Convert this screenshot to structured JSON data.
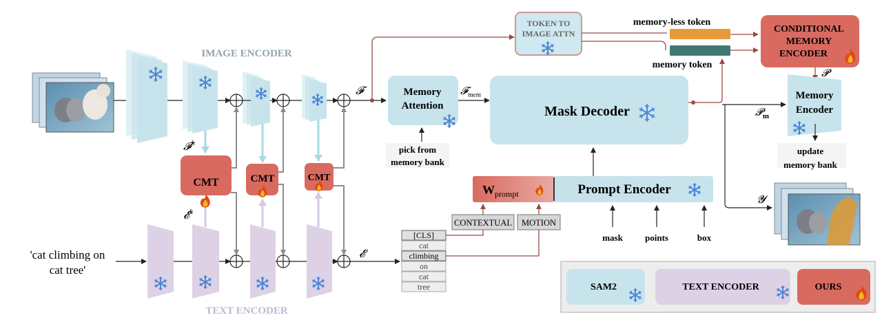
{
  "colors": {
    "frozen_blue": "#c7e4ec",
    "frozen_blue_light": "#d8edf2",
    "text_purple": "#ddd2e5",
    "ours_red": "#d96a5f",
    "teal_arrow": "#a8d8e4",
    "purple_arrow": "#d8c8e2",
    "gray_line": "#8c8c8c",
    "red_line": "#9b4a44",
    "memory_less_token": "#e69a3a",
    "memory_token": "#3e7a73",
    "snowflake": "#4f86d6",
    "flame_outer": "#e04a12",
    "flame_inner": "#f7b52a"
  },
  "labels": {
    "image_encoder": "IMAGE ENCODER",
    "text_encoder": "TEXT ENCODER",
    "input_text": [
      "'cat climbing on",
      "cat tree'"
    ],
    "feat_fk": "𝓕",
    "feat_fk_sup": "k",
    "feat_ek": "𝓔",
    "feat_ek_sup": "k",
    "feat_f": "𝓕",
    "feat_e": "𝓔",
    "feat_fmem": "𝓕",
    "feat_fmem_sub": "mem",
    "cmt": "CMT",
    "memory_attention": [
      "Memory",
      "Attention"
    ],
    "pick_from_memory_bank": [
      "pick from",
      "memory bank"
    ],
    "token_to_image_attn": [
      "TOKEN TO",
      "IMAGE ATTN"
    ],
    "memory_less_token": "memory-less token",
    "memory_token": "memory token",
    "conditional_memory_encoder": [
      "CONDITIONAL",
      "MEMORY",
      "ENCODER"
    ],
    "mask_decoder": "Mask Decoder",
    "memory_encoder": [
      "Memory",
      "Encoder"
    ],
    "p_symbol": "𝓟",
    "pm_symbol": "𝓟",
    "pm_sub": "m",
    "update_memory_bank": [
      "update",
      "memory bank"
    ],
    "w_prompt": "W",
    "w_prompt_sub": "prompt",
    "prompt_encoder": "Prompt Encoder",
    "contextual": "CONTEXTUAL",
    "motion": "MOTION",
    "token_list": [
      "[CLS]",
      "cat",
      "climbing",
      "on",
      "cat",
      "tree"
    ],
    "prompt_inputs": [
      "mask",
      "points",
      "box"
    ],
    "output_y": "𝓨"
  },
  "legend": {
    "items": [
      "SAM2",
      "TEXT ENCODER",
      "OURS"
    ]
  },
  "icons": {
    "frozen": "snowflake-icon",
    "trainable": "flame-icon",
    "sum": "circle-plus-icon",
    "input_image": "cat-image-stack",
    "output_image": "cat-mask-image-stack"
  }
}
